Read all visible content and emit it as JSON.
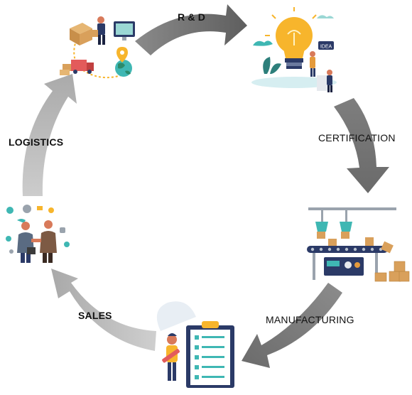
{
  "stages": {
    "rd": {
      "label": "R & D"
    },
    "certification": {
      "label": "CERTIFICATION"
    },
    "manufacturing": {
      "label": "MANUFACTURING"
    },
    "sales": {
      "label": "SALES"
    },
    "logistics": {
      "label": "LOGISTICS"
    }
  },
  "bulb_sign": "IDEA",
  "colors": {
    "arrow_dark": "#6d6d6d",
    "arrow_light": "#b5b5b5",
    "bulb": "#f7b52c",
    "teal": "#3fb7b3",
    "navy": "#2b3a67",
    "orange": "#e49a3c",
    "box": "#d9a05b"
  }
}
